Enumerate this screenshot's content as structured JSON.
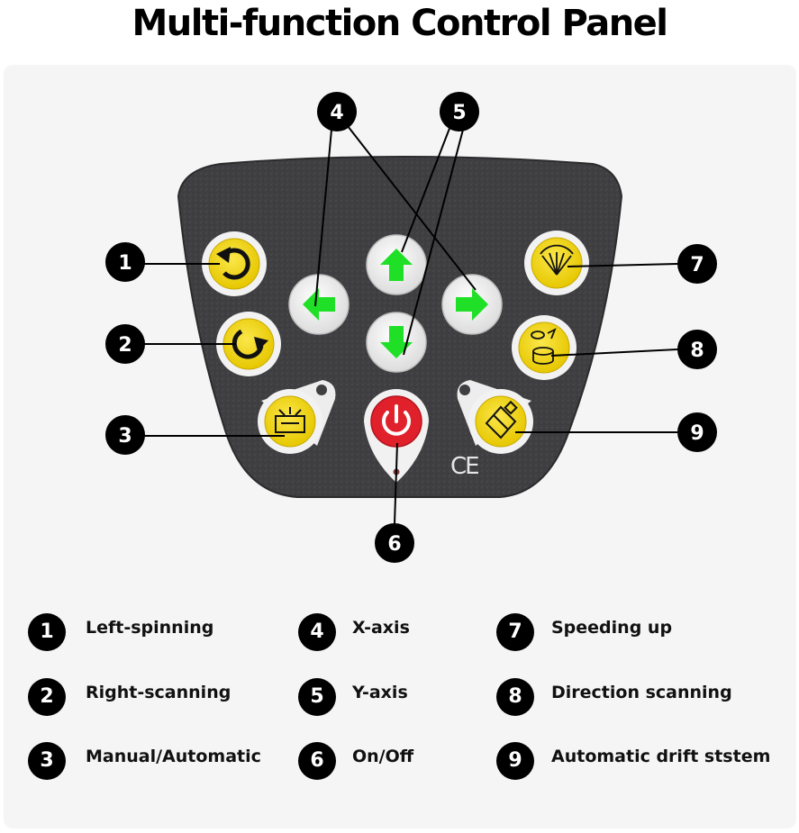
{
  "title": "Multi-function Control Panel",
  "callouts": [
    "1",
    "2",
    "3",
    "4",
    "5",
    "6",
    "7",
    "8",
    "9"
  ],
  "ce_mark": "CE",
  "legend": [
    {
      "num": "1",
      "label": "Left-spinning"
    },
    {
      "num": "2",
      "label": "Right-scanning"
    },
    {
      "num": "3",
      "label": "Manual/Automatic"
    },
    {
      "num": "4",
      "label": "X-axis"
    },
    {
      "num": "5",
      "label": "Y-axis"
    },
    {
      "num": "6",
      "label": "On/Off"
    },
    {
      "num": "7",
      "label": "Speeding up"
    },
    {
      "num": "8",
      "label": "Direction scanning"
    },
    {
      "num": "9",
      "label": "Automatic drift ststem"
    }
  ],
  "colors": {
    "panel": "#3f3f42",
    "yellow_button": "#f5d80f",
    "white_button": "#f4f4f4",
    "arrow_green": "#1fe026",
    "power_red": "#e0202a",
    "callout": "#000000"
  }
}
